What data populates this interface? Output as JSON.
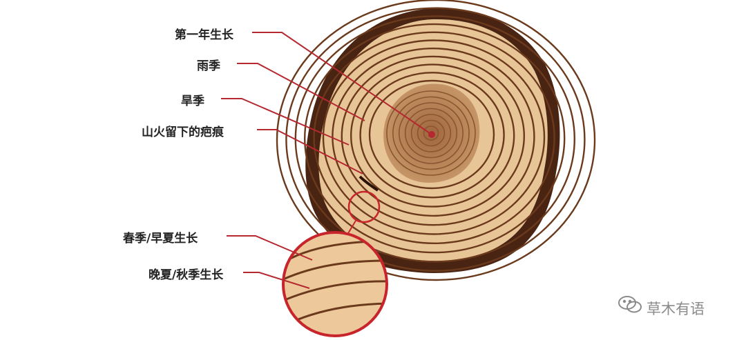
{
  "labels": {
    "first_year": "第一年生长",
    "rainy_season": "雨季",
    "dry_season": "旱季",
    "fire_scar": "山火留下的疤痕",
    "spring_growth": "春季/早夏生长",
    "autumn_growth": "晚夏/秋季生长"
  },
  "watermark": "草木有语",
  "colors": {
    "bark": "#4a2412",
    "sapwood": "#e8c596",
    "heartwood": "#b8865a",
    "ring": "#6b3a1c",
    "leader": "#b52830",
    "zoom_border": "#c8242c"
  },
  "icons": [
    "wechat-icon"
  ]
}
